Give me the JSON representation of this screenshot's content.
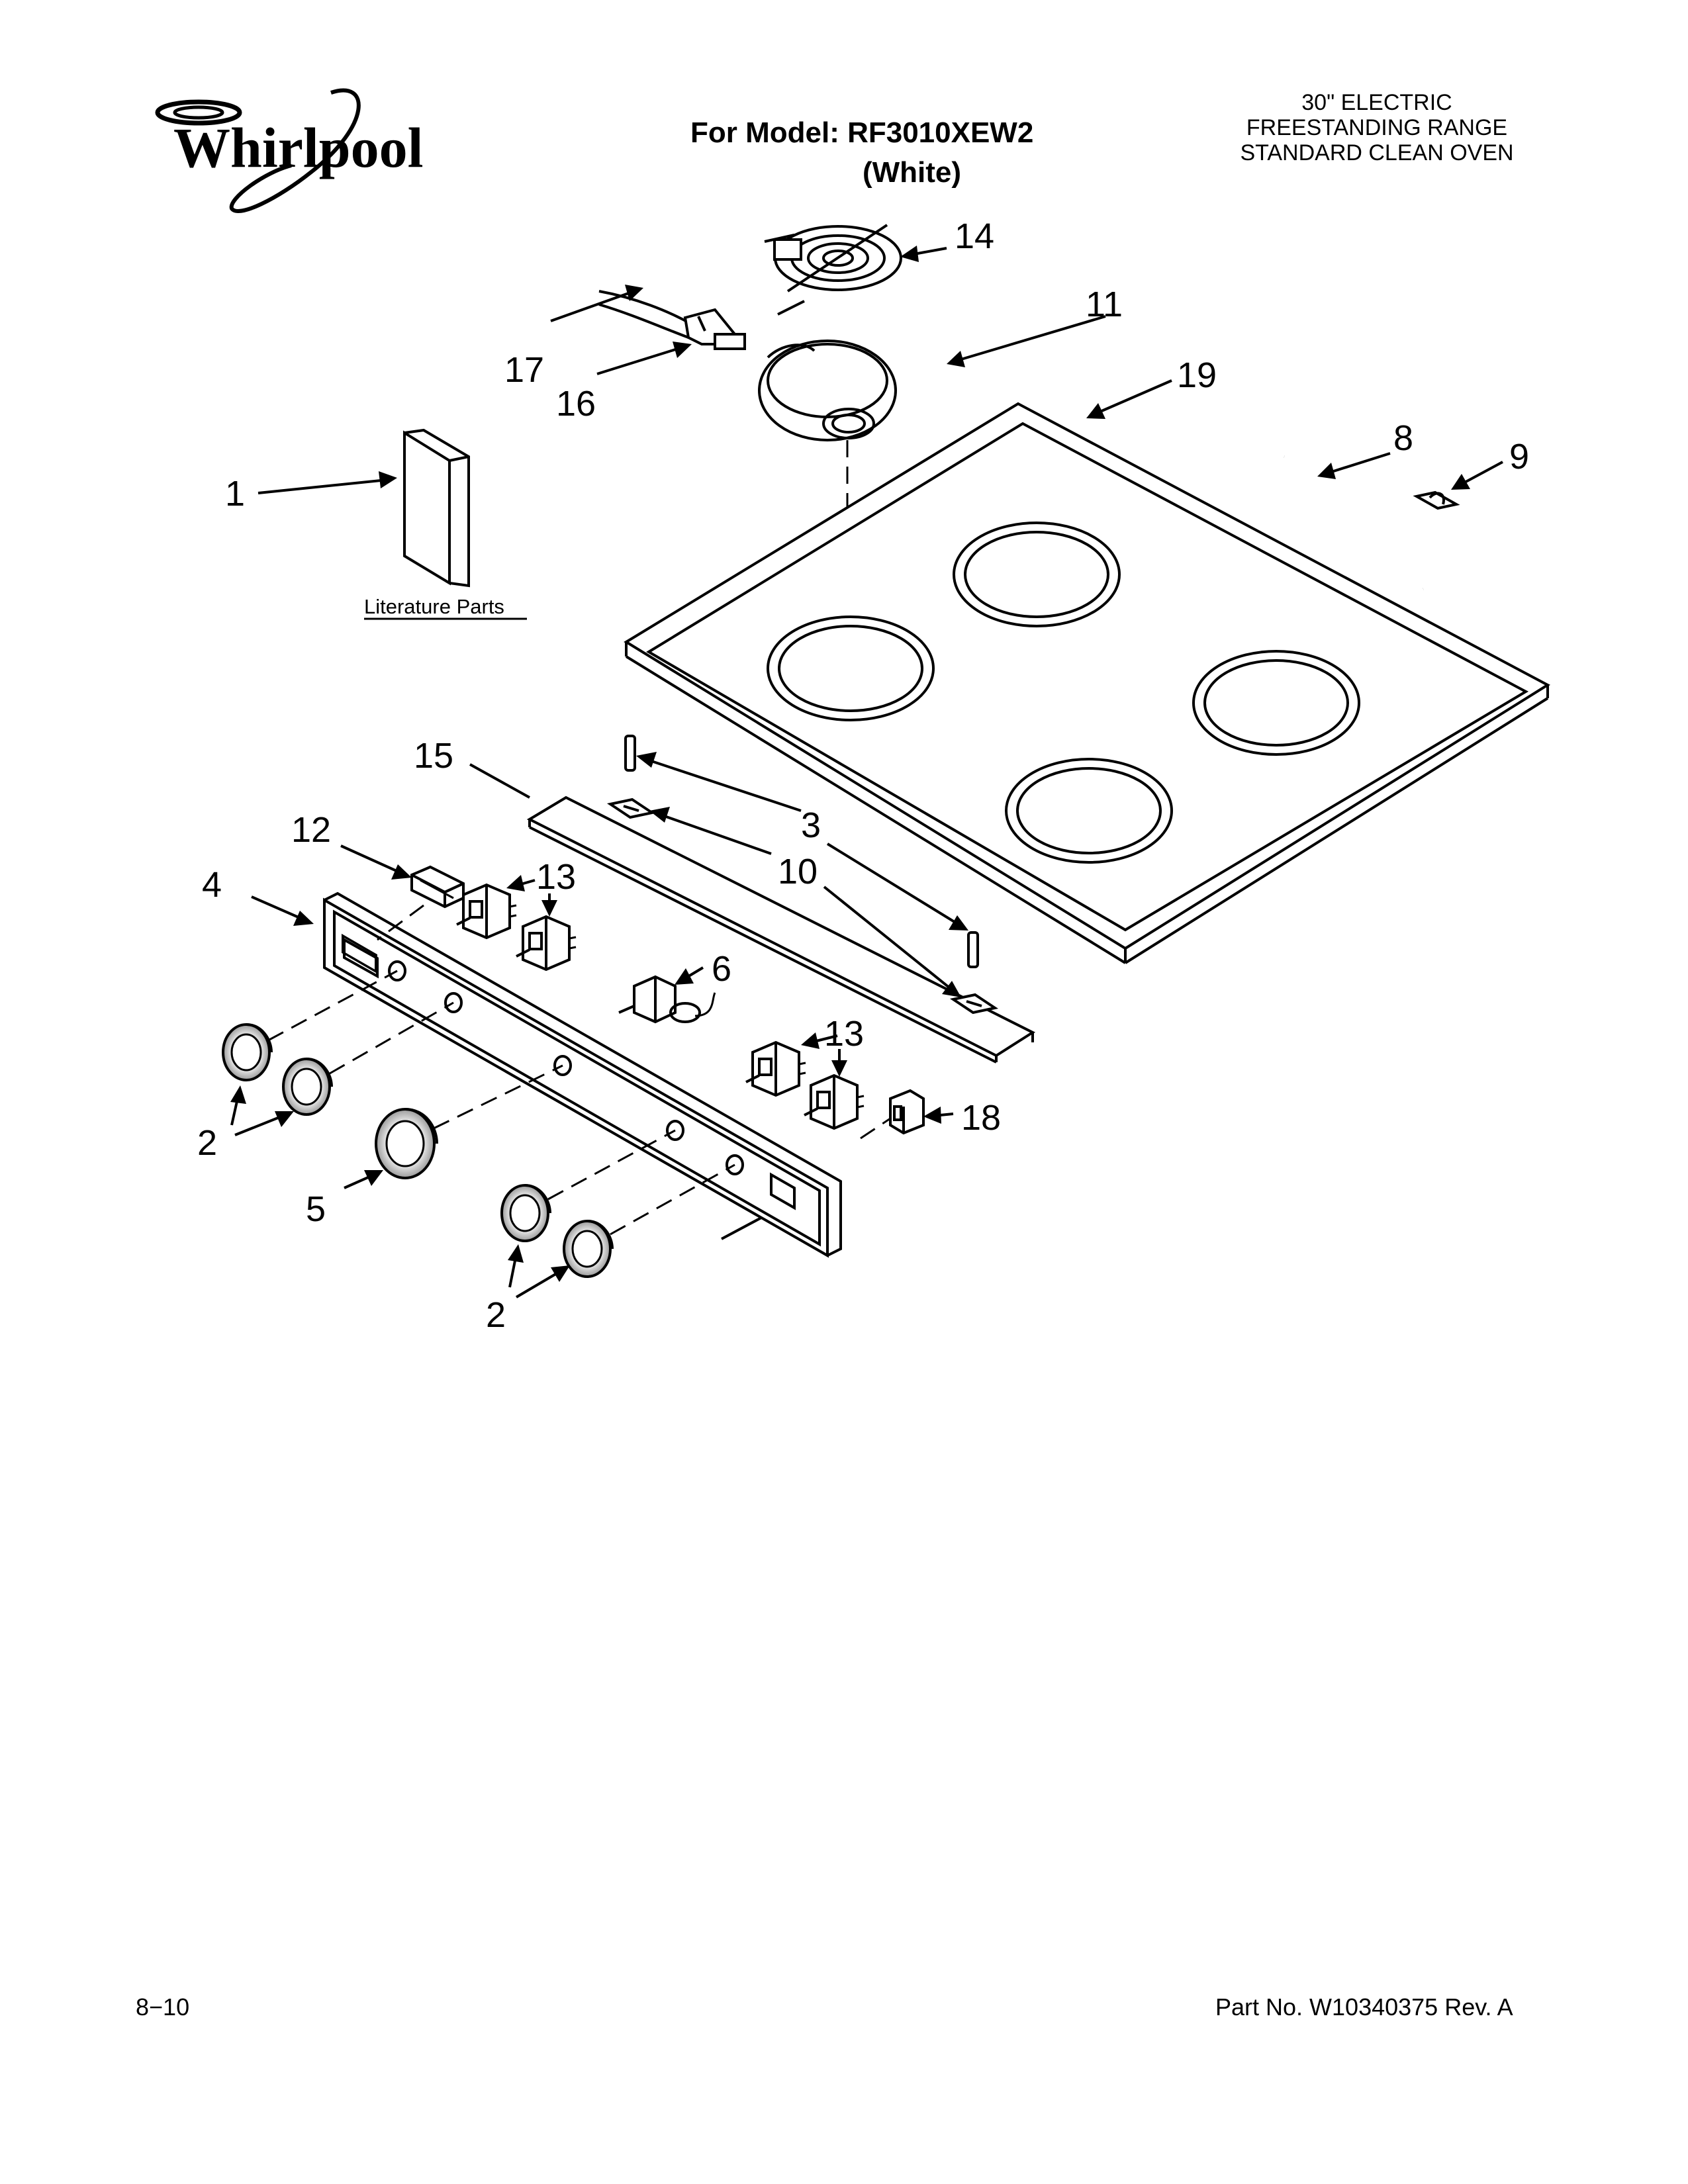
{
  "header": {
    "brand": "Whirlpool",
    "model_line": "For Model: RF3010XEW2",
    "color_line": "(White)",
    "product_lines": [
      "30\" ELECTRIC",
      "FREESTANDING RANGE",
      "STANDARD CLEAN OVEN"
    ]
  },
  "literature_label": "Literature Parts",
  "callouts": {
    "c1": "1",
    "c2a": "2",
    "c2b": "2",
    "c3": "3",
    "c4": "4",
    "c5": "5",
    "c6": "6",
    "c8": "8",
    "c9": "9",
    "c10": "10",
    "c11": "11",
    "c12": "12",
    "c13a": "13",
    "c13b": "13",
    "c14": "14",
    "c15": "15",
    "c16": "16",
    "c17": "17",
    "c18": "18",
    "c19": "19"
  },
  "footer": {
    "date_code": "8−10",
    "part_number": "Part No. W10340375 Rev. A"
  }
}
